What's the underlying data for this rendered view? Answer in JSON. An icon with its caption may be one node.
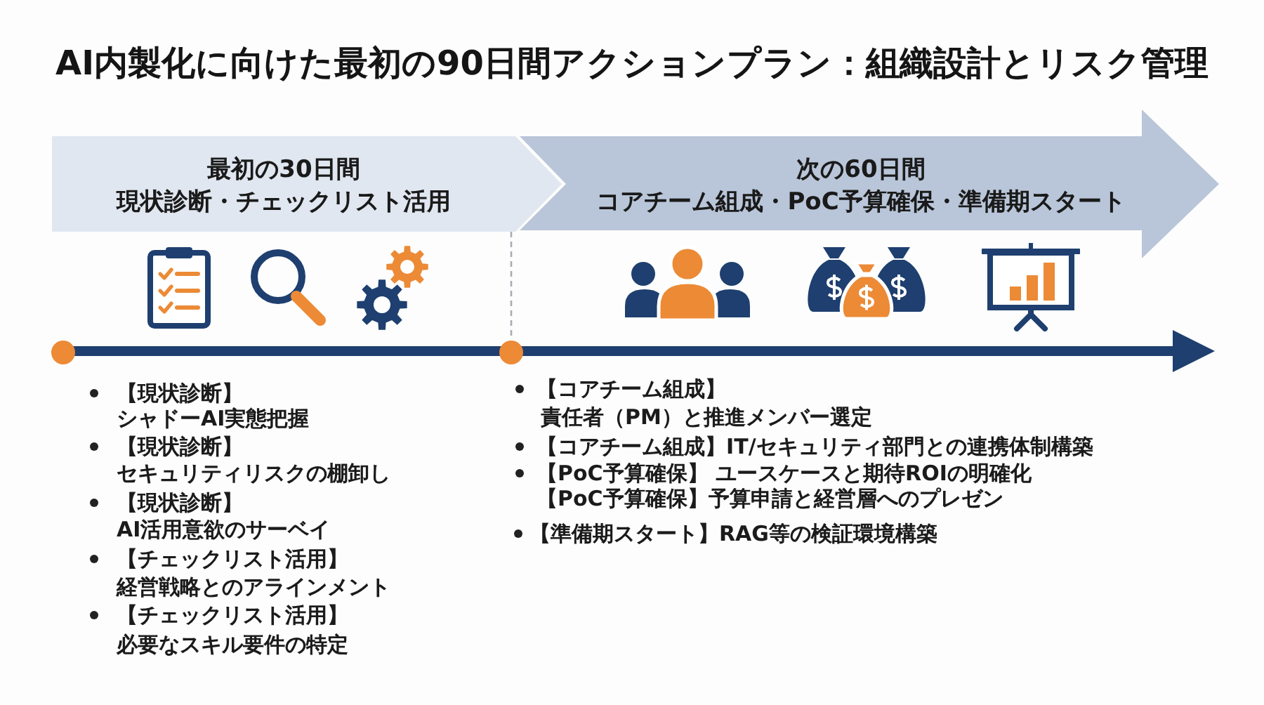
{
  "diagram": {
    "title": "AI内製化に向けた最初の90日間アクションプラン：組織設計とリスク管理",
    "nodes": [
      {
        "text": [
          "最初の30日間",
          "現状診断・チェックリスト活用"
        ]
      },
      {
        "text": [
          "次の60日間",
          "コアチーム組成・PoC予算確保・準備期スタート"
        ]
      }
    ],
    "labels": [
      "【現状診断】",
      "シャドーAI実態把握",
      "【現状診断】",
      "セキュリティリスクの棚卸し",
      "【現状診断】",
      "AI活用意欲のサーベイ",
      "【チェックリスト活用】",
      "経営戦略とのアラインメント",
      "【チェックリスト活用】",
      "必要なスキル要件の特定",
      "【コアチーム組成】",
      "責任者（PM）と推進メンバー選定",
      "【コアチーム組成】IT/セキュリティ部門との連携体制構築",
      "【PoC予算確保】 ユースケースと期待ROIの明確化",
      "【PoC予算確保】予算申請と経営層へのプレゼン",
      "【準備期スタート】RAG等の検証環境構築"
    ]
  }
}
